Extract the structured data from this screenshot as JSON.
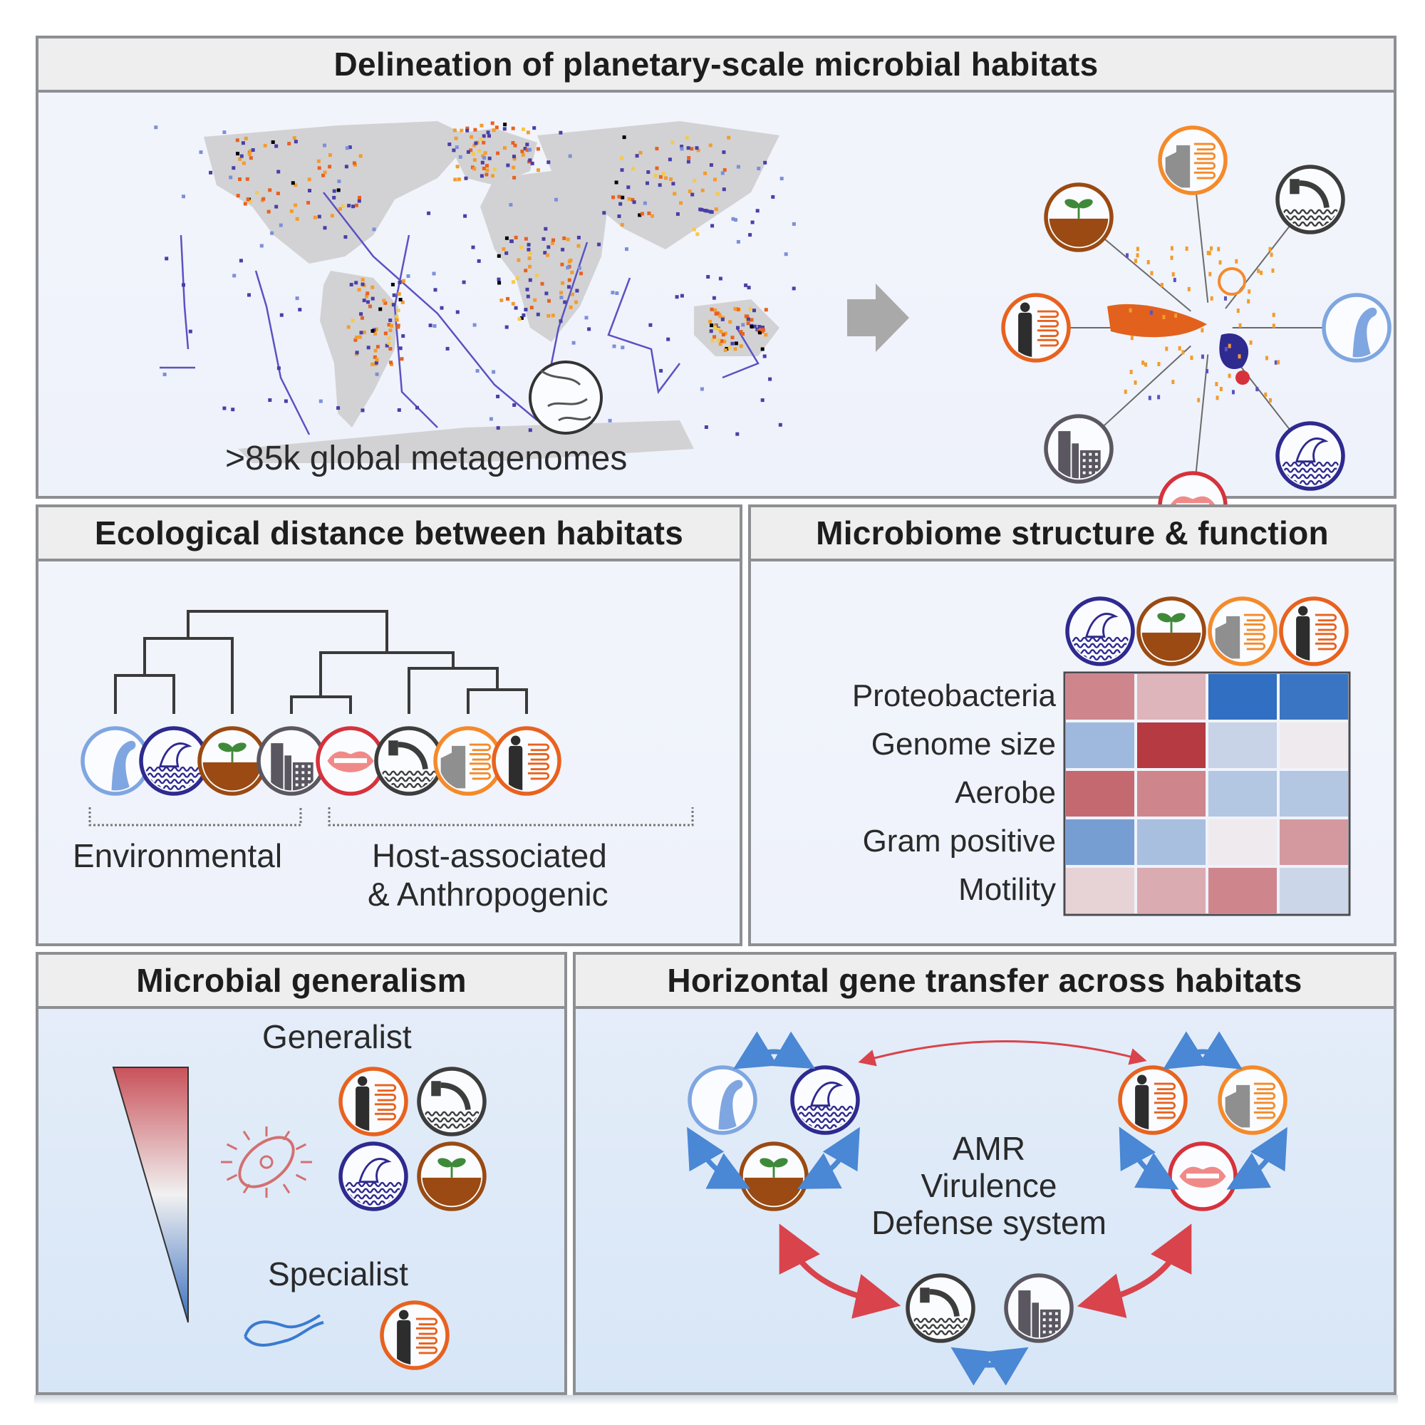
{
  "panels": {
    "delineation": {
      "title": "Delineation of planetary-scale microbial habitats",
      "caption": ">85k global metagenomes",
      "map_point_colors": [
        "#f39c2d",
        "#e8621f",
        "#4a3fa8",
        "#7d8fd8",
        "#f7c948"
      ],
      "network_hubs": [
        "gut-industrial",
        "wastewater",
        "freshwater",
        "marine",
        "oral",
        "built-environment",
        "human-gut",
        "soil"
      ]
    },
    "ecological_distance": {
      "title": "Ecological distance between habitats",
      "leaves": [
        "freshwater",
        "marine",
        "soil",
        "built-environment",
        "oral",
        "wastewater",
        "gut-industrial",
        "human-gut"
      ],
      "group_labels": {
        "environmental": "Environmental",
        "host_line1": "Host-associated",
        "host_line2": "& Anthropogenic"
      }
    },
    "structure_function": {
      "title": "Microbiome structure & function"
    },
    "generalism": {
      "title": "Microbial generalism",
      "generalist_label": "Generalist",
      "specialist_label": "Specialist",
      "generalist_habitats": [
        "human-gut",
        "wastewater",
        "marine",
        "soil"
      ],
      "specialist_habitats": [
        "human-gut"
      ],
      "gradient_colors": [
        "#c9525a",
        "#f1f1f1",
        "#3a6fbf"
      ]
    },
    "hgt": {
      "title": "Horizontal gene transfer across habitats",
      "center_lines": [
        "AMR",
        "Virulence",
        "Defense system"
      ],
      "clusters": {
        "environmental": [
          "freshwater",
          "marine",
          "soil"
        ],
        "host": [
          "human-gut",
          "gut-industrial",
          "oral"
        ],
        "anthropogenic": [
          "wastewater",
          "built-environment"
        ]
      },
      "arrow_colors": {
        "within": "#4a87d4",
        "between": "#d9434b"
      }
    }
  },
  "habitats": {
    "freshwater": {
      "name": "Freshwater",
      "color": "#7fa6e0"
    },
    "marine": {
      "name": "Marine",
      "color": "#2e2a8f"
    },
    "soil": {
      "name": "Soil",
      "color": "#9a4a12"
    },
    "built-environment": {
      "name": "Built environment",
      "color": "#5a5760"
    },
    "oral": {
      "name": "Oral",
      "color": "#d6323c"
    },
    "wastewater": {
      "name": "Wastewater",
      "color": "#3d3d3d"
    },
    "gut-industrial": {
      "name": "Animal gut",
      "color": "#f58a2a"
    },
    "human-gut": {
      "name": "Human gut",
      "color": "#e8621f"
    }
  },
  "chart_data": {
    "type": "heatmap",
    "title": "Microbiome structure & function",
    "columns": [
      "marine",
      "soil",
      "gut-industrial",
      "human-gut"
    ],
    "rows": [
      "Proteobacteria",
      "Genome size",
      "Aerobe",
      "Gram positive",
      "Motility"
    ],
    "scale": "diverging blue(-1) to red(+1)",
    "values": [
      [
        0.55,
        0.3,
        -0.95,
        -0.9
      ],
      [
        -0.4,
        0.95,
        -0.2,
        0.02
      ],
      [
        0.7,
        0.55,
        -0.3,
        -0.3
      ],
      [
        -0.6,
        -0.35,
        0.02,
        0.45
      ],
      [
        0.15,
        0.35,
        0.55,
        -0.18
      ]
    ]
  }
}
